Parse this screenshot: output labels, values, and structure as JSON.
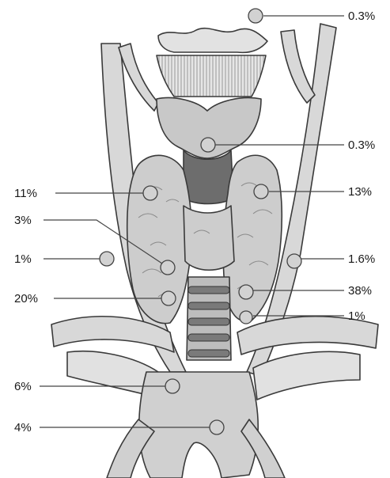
{
  "figure": {
    "labels": {
      "top_right": "0.3%",
      "pyramidal_lobe": "0.3%",
      "left_mid": "11%",
      "right_mid": "13%",
      "left_lower_lobe": "3%",
      "left_carotid": "1%",
      "right_carotid": "1.6%",
      "left_low": "20%",
      "right_low": "38%",
      "trachea_side": "1%",
      "mediastinum_left": "6%",
      "mediastinum_low": "4%"
    },
    "colors": {
      "marker_fill": "#d2d2d2",
      "tissue": "#cfcfcf",
      "outline": "#3a3a3a",
      "background": "#ffffff"
    }
  }
}
